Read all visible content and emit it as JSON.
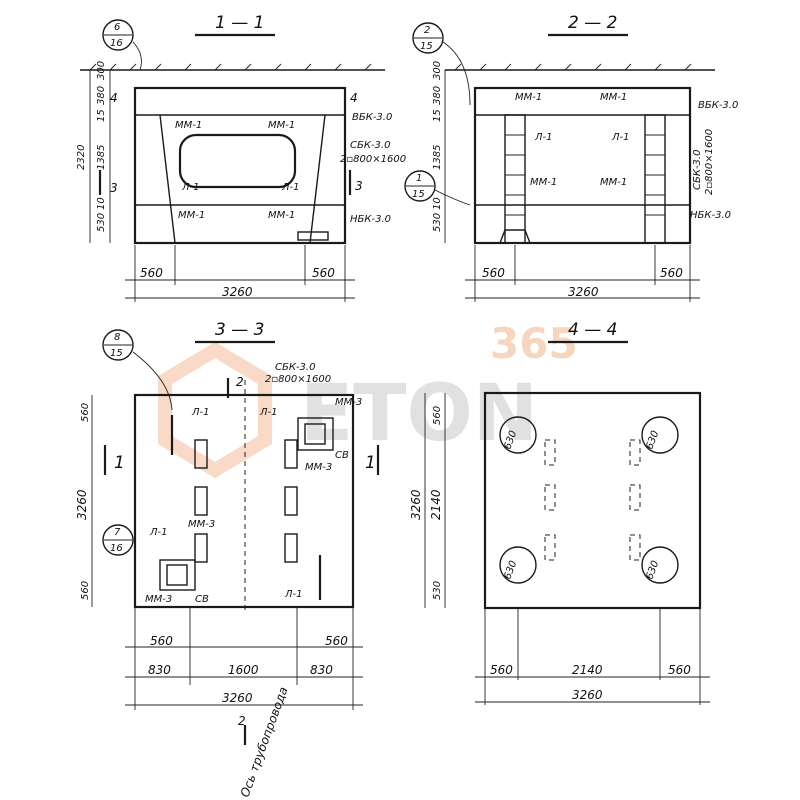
{
  "watermark": {
    "top": "365",
    "bottom": "ETON",
    "color": "#f2b58e"
  },
  "section_1_1": {
    "title": "1 — 1",
    "callout_top": "6",
    "callout_bottom": "16",
    "marker_left": "4",
    "marker_right": "4",
    "marker_left_lower": "3",
    "marker_right_lower": "3",
    "heights": [
      "300",
      "380",
      "15",
      "1385",
      "10",
      "530"
    ],
    "total_height": "2320",
    "labels": {
      "mm1_a": "ММ-1",
      "mm1_b": "ММ-1",
      "l1_a": "Л-1",
      "l1_b": "Л-1",
      "mm1_c": "ММ-1",
      "mm1_d": "ММ-1"
    },
    "vbk": "ВБК-3.0",
    "sbk": "СБК-3.0",
    "sbk_sub": "2▫800×1600",
    "nbk": "НБК-3.0",
    "dim_left": "560",
    "dim_right": "560",
    "dim_total": "3260"
  },
  "section_2_2": {
    "title": "2 — 2",
    "callout_top": "2",
    "callout_bottom": "15",
    "callout2_top": "1",
    "callout2_bottom": "15",
    "heights": [
      "300",
      "380",
      "15",
      "1385",
      "10",
      "530"
    ],
    "labels": {
      "mm1_a": "ММ-1",
      "mm1_b": "ММ-1",
      "l1_a": "Л-1",
      "l1_b": "Л-1",
      "mm1_c": "ММ-1",
      "mm1_d": "ММ-1"
    },
    "vbk": "ВБК-3.0",
    "sbk": "СБК-3.0",
    "sbk_sub": "2▫800×1600",
    "nbk": "НБК-3.0",
    "dim_left": "560",
    "dim_right": "560",
    "dim_total": "3260"
  },
  "section_3_3": {
    "title": "3 — 3",
    "callout_top": "8",
    "callout_bottom": "15",
    "callout2_top": "7",
    "callout2_bottom": "16",
    "sbk": "СБК-3.0",
    "sbk_sub": "2▫800×1600",
    "mark2": "2",
    "section_mark_left": "1",
    "section_mark_right": "1",
    "labels": {
      "l1_a": "Л-1",
      "l1_b": "Л-1",
      "mm3_a": "ММ-3",
      "cv_a": "СВ",
      "mm3_b": "ММ-3",
      "l1_c": "Л-1",
      "mm3_c": "ММ-3",
      "mm3_d": "ММ-3",
      "cv_b": "СВ",
      "l1_d": "Л-1"
    },
    "heights": [
      "560",
      "3260",
      "560"
    ],
    "dims_row1": [
      "560",
      "560"
    ],
    "dims_row2": [
      "830",
      "1600",
      "830"
    ],
    "dim_total": "3260",
    "axis_mark": "2",
    "axis_label": "Ось трубопровода"
  },
  "section_4_4": {
    "title": "4 — 4",
    "holes": [
      "630",
      "630",
      "630",
      "630"
    ],
    "heights": [
      "560",
      "2140",
      "530"
    ],
    "total_height": "3260",
    "dims_row": [
      "560",
      "2140",
      "560"
    ],
    "dim_total": "3260"
  }
}
